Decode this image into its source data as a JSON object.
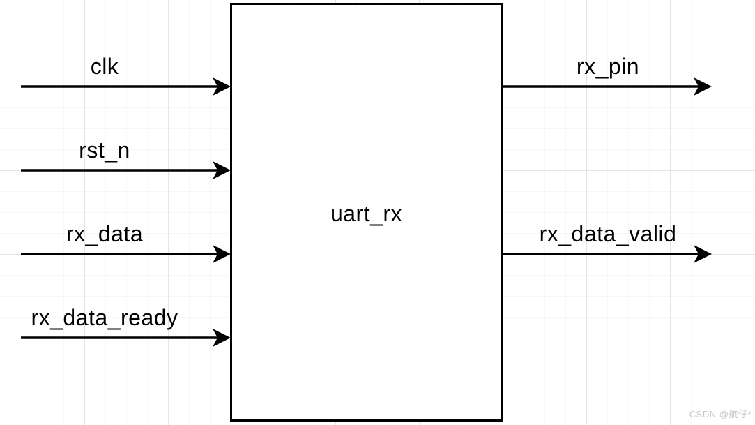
{
  "diagram": {
    "title": "uart_rx",
    "inputs": [
      {
        "label": "clk"
      },
      {
        "label": "rst_n"
      },
      {
        "label": "rx_data"
      },
      {
        "label": "rx_data_ready"
      }
    ],
    "outputs": [
      {
        "label": "rx_pin"
      },
      {
        "label": "rx_data_valid"
      }
    ]
  },
  "watermark": {
    "text": "CSDN @航仔*"
  },
  "colors": {
    "stroke": "#000000",
    "grid_minor": "#f7f7f7",
    "grid_major": "#e4e4e4",
    "background": "#ffffff",
    "watermark": "#c8c8c8"
  }
}
